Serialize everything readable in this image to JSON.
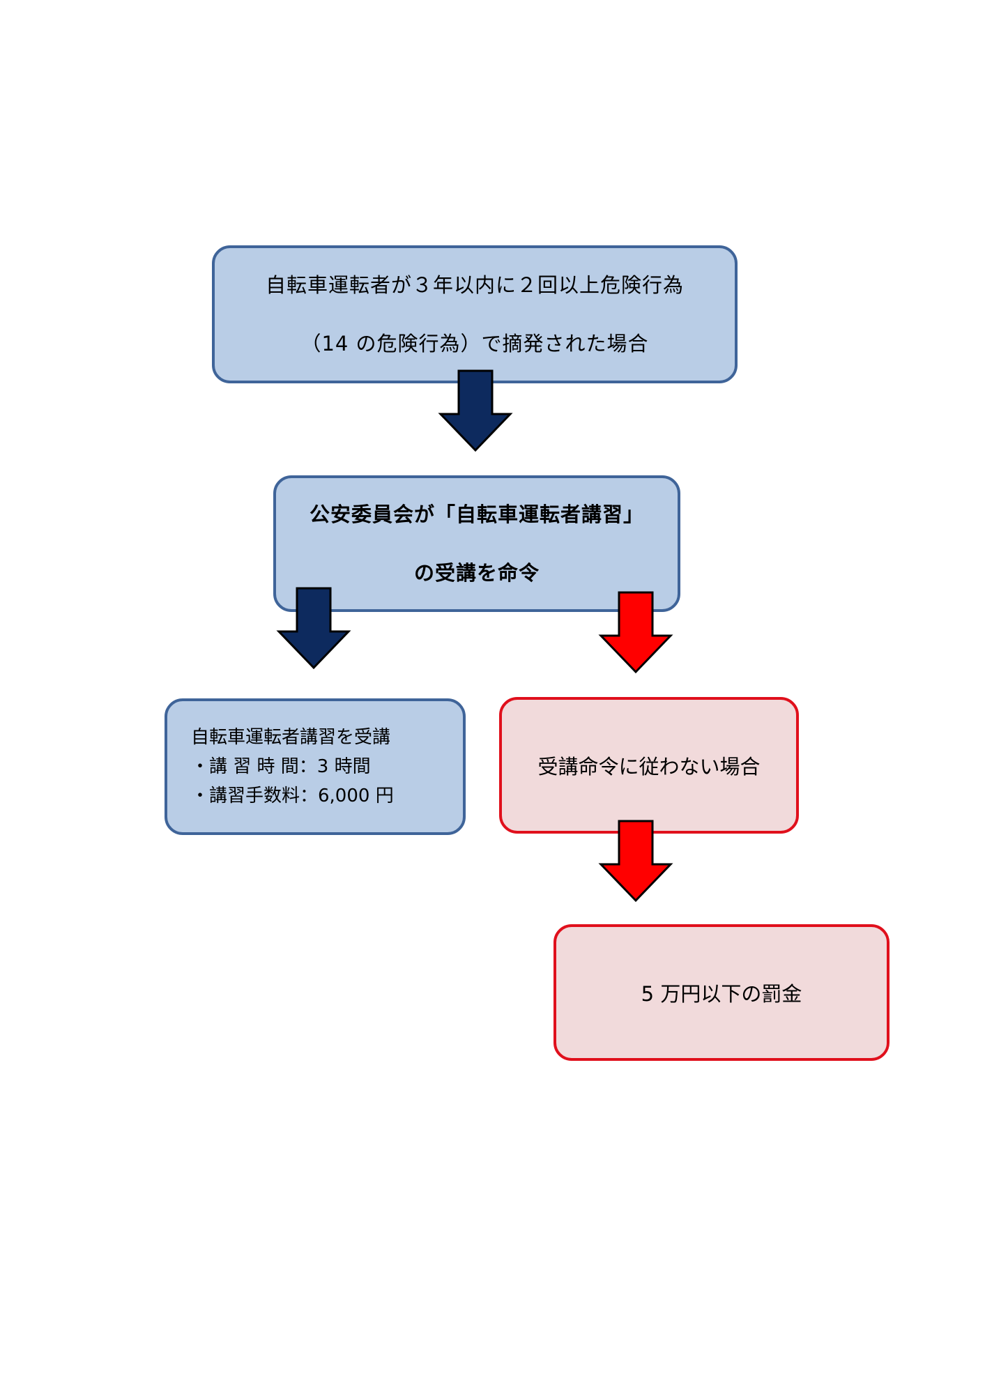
{
  "start_box": {
    "line1": "自転車運転者が３年以内に２回以上危険行為",
    "line2": "（14 の危険行為）で摘発された場合"
  },
  "order_box": {
    "line1": "公安委員会が「自転車運転者講習」",
    "line2": "の受講を命令"
  },
  "attend_box": {
    "title": "自転車運転者講習を受講",
    "bullets": [
      "・講 習 時 間：3 時間",
      "・講習手数料：6,000 円"
    ]
  },
  "refuse_box": {
    "label": "受講命令に従わない場合"
  },
  "penalty_box": {
    "label": "5 万円以下の罰金"
  },
  "colors": {
    "blue_fill": "#b9cde6",
    "blue_border": "#3f6499",
    "red_fill": "#f1dadb",
    "red_border": "#e0101c",
    "navy_arrow": "#0d2a5e",
    "red_arrow": "#ff0000"
  },
  "arrows": [
    {
      "name": "arrow-start-to-order",
      "color": "navy"
    },
    {
      "name": "arrow-order-to-attend",
      "color": "navy"
    },
    {
      "name": "arrow-order-to-refuse",
      "color": "red"
    },
    {
      "name": "arrow-refuse-to-penalty",
      "color": "red"
    }
  ]
}
